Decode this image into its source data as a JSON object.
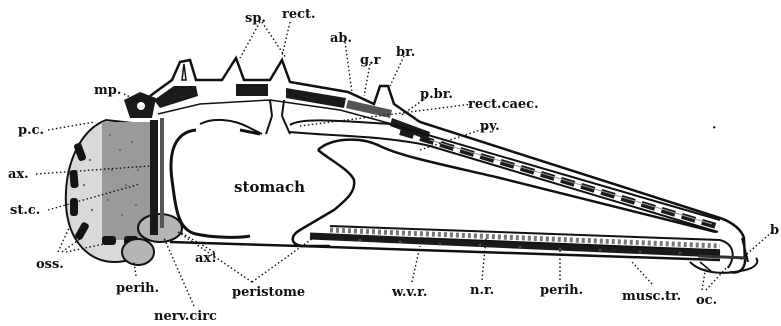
{
  "labels": {
    "sp": "sp.",
    "rect": "rect.",
    "ab": "ab.",
    "gr": "g.r",
    "br": "br.",
    "mp": "mp.",
    "pbr": "p.br.",
    "rect_caec": "rect.caec.",
    "pc": "p.c.",
    "py": "py.",
    "ax_left": "ax.",
    "stc": "st.c.",
    "stomach": "stomach",
    "oss": "oss.",
    "ax_bottom": "ax!",
    "peristome": "peristome",
    "perih_left": "perih.",
    "nerv_circ": "nerv.circ",
    "wvr": "w.v.r.",
    "nr": "n.r.",
    "perih_right": "perih.",
    "musc_tr": "musc.tr.",
    "oc": "oc.",
    "b": "b"
  }
}
